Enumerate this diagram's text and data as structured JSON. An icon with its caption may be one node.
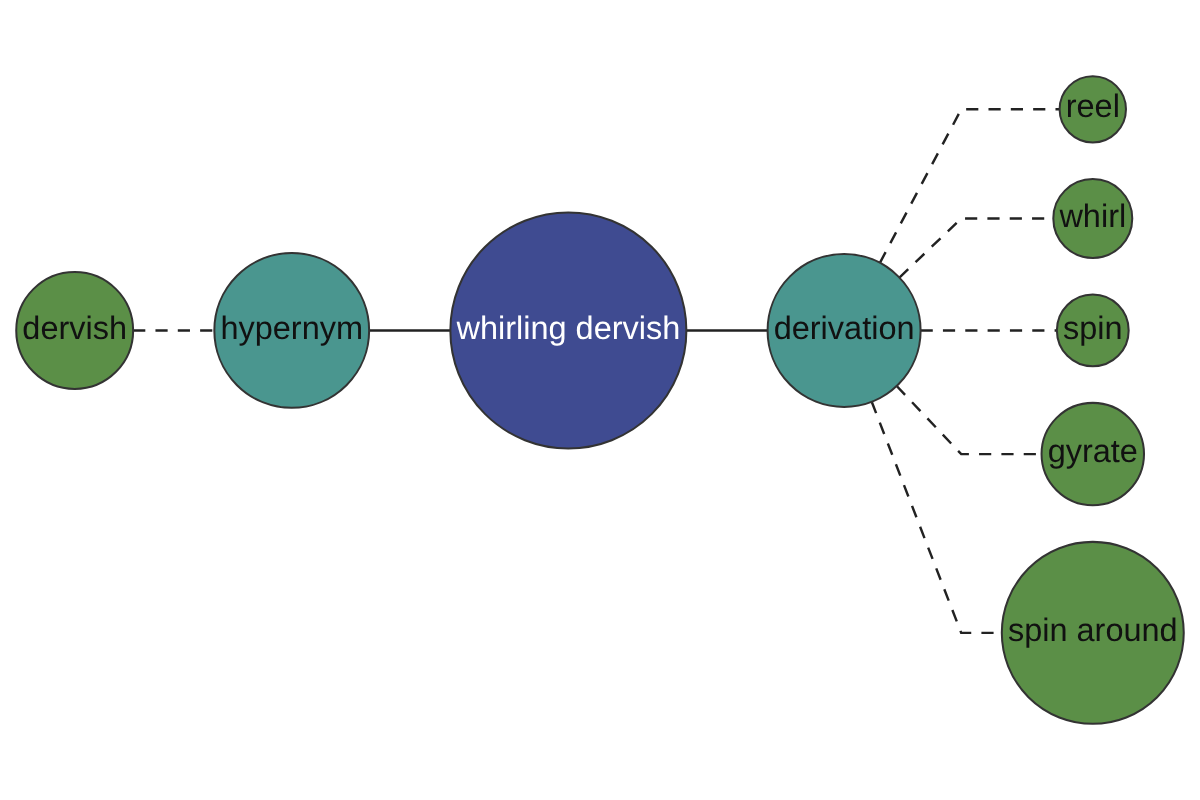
{
  "diagram": {
    "nodes": [
      {
        "text": [
          "dervish"
        ]
      },
      {
        "text": [
          "hypernym"
        ]
      },
      {
        "text": [
          "reel"
        ]
      },
      {
        "text": [
          "whirling dervish"
        ]
      },
      {
        "text": [
          "whirl"
        ]
      },
      {
        "text": [
          "derivation"
        ]
      },
      {
        "text": [
          "spin"
        ]
      },
      {
        "text": [
          "gyrate"
        ]
      },
      {
        "text": [
          "spin around"
        ]
      }
    ],
    "edges": [
      {
        "from": 0,
        "to": 1,
        "arrow": "none",
        "style": "dashed"
      },
      {
        "from": 1,
        "to": 3,
        "arrow": "none"
      },
      {
        "from": 3,
        "to": 5,
        "arrow": "none"
      },
      {
        "from": 5,
        "to": 2,
        "arrow": "none",
        "style": "dashed"
      },
      {
        "from": 5,
        "to": 4,
        "arrow": "none",
        "style": "dashed"
      },
      {
        "from": 5,
        "to": 6,
        "arrow": "none",
        "style": "dashed"
      },
      {
        "from": 5,
        "to": 7,
        "arrow": "none",
        "style": "dashed"
      },
      {
        "from": 5,
        "to": 8,
        "arrow": "none",
        "style": "dashed"
      }
    ]
  }
}
